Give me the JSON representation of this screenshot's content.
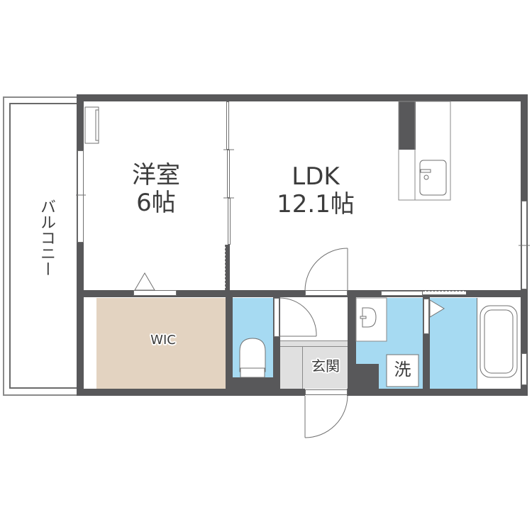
{
  "floorplan": {
    "rooms": {
      "western_room": {
        "name": "洋室",
        "size": "6帖"
      },
      "ldk": {
        "name": "LDK",
        "size": "12.1帖"
      },
      "wic": {
        "name": "WIC"
      },
      "entrance": {
        "name": "玄関"
      },
      "washroom": {
        "name": "洗"
      },
      "balcony": {
        "name": "バルコニー"
      }
    },
    "colors": {
      "wall": "#58585a",
      "wet_area": "#a6daf2",
      "closet": "#e3d3c1",
      "entrance": "#e0e0e0",
      "fixture_line": "#707070"
    }
  }
}
